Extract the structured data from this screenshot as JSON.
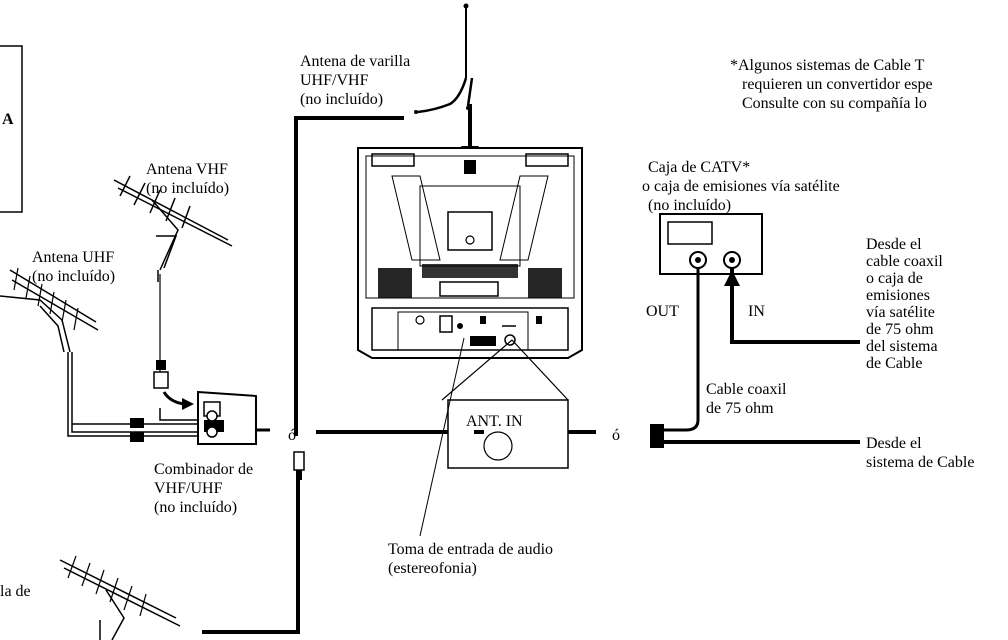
{
  "box_fragments": {
    "line1": "A"
  },
  "rod_antenna": {
    "line1": "Antena de varilla",
    "line2": "UHF/VHF",
    "line3": "(no incluído)"
  },
  "vhf_antenna": {
    "line1": "Antena VHF",
    "line2": "(no incluído)"
  },
  "uhf_antenna": {
    "line1": "Antena UHF",
    "line2": "(no incluído)"
  },
  "combiner": {
    "line1": "Combinador de",
    "line2": "VHF/UHF",
    "line3": "(no incluído)"
  },
  "bottom_antenna": {
    "line1": "la de"
  },
  "note": {
    "line1": "*Algunos sistemas de Cable T",
    "line2": "requieren un convertidor espe",
    "line3": "Consulte con su compañía lo"
  },
  "catv_box": {
    "line1": "Caja de CATV*",
    "line2": "o caja de emisiones vía satélite",
    "line3": "(no incluído)"
  },
  "from_coax": {
    "lines": [
      "Desde el",
      "cable coaxil",
      "o caja de",
      "emisiones",
      "vía satélite",
      "de 75 ohm",
      "del sistema",
      "de Cable"
    ]
  },
  "ports": {
    "out": "OUT",
    "in": "IN"
  },
  "coax_cable": {
    "line1": "Cable coaxil",
    "line2": "de 75 ohm"
  },
  "from_system": {
    "line1": "Desde el",
    "line2": "sistema de Cable"
  },
  "ant_in": "ANT. IN",
  "or_left": "ó",
  "or_right": "ó",
  "audio_jack": {
    "line1": "Toma de entrada de audio",
    "line2": "(estereofonia)"
  }
}
